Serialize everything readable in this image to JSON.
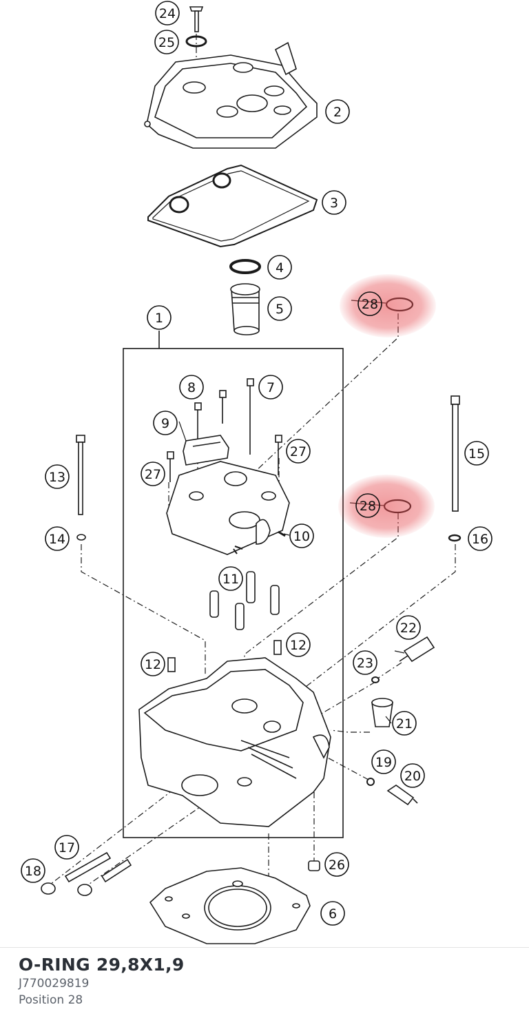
{
  "callouts": [
    {
      "n": "24",
      "hl": false
    },
    {
      "n": "25",
      "hl": false
    },
    {
      "n": "2",
      "hl": false
    },
    {
      "n": "3",
      "hl": false
    },
    {
      "n": "4",
      "hl": false
    },
    {
      "n": "5",
      "hl": false
    },
    {
      "n": "28",
      "hl": true
    },
    {
      "n": "1",
      "hl": false
    },
    {
      "n": "8",
      "hl": false
    },
    {
      "n": "7",
      "hl": false
    },
    {
      "n": "9",
      "hl": false
    },
    {
      "n": "27",
      "hl": false
    },
    {
      "n": "27",
      "hl": false
    },
    {
      "n": "13",
      "hl": false
    },
    {
      "n": "15",
      "hl": false
    },
    {
      "n": "28",
      "hl": true
    },
    {
      "n": "14",
      "hl": false
    },
    {
      "n": "10",
      "hl": false
    },
    {
      "n": "16",
      "hl": false
    },
    {
      "n": "11",
      "hl": false
    },
    {
      "n": "22",
      "hl": false
    },
    {
      "n": "12",
      "hl": false
    },
    {
      "n": "12",
      "hl": false
    },
    {
      "n": "23",
      "hl": false
    },
    {
      "n": "21",
      "hl": false
    },
    {
      "n": "19",
      "hl": false
    },
    {
      "n": "20",
      "hl": false
    },
    {
      "n": "17",
      "hl": false
    },
    {
      "n": "26",
      "hl": false
    },
    {
      "n": "18",
      "hl": false
    },
    {
      "n": "6",
      "hl": false
    }
  ],
  "part": {
    "name": "O-RING 29,8X1,9",
    "number": "J770029819",
    "position": "Position 28"
  },
  "colors": {
    "highlight": "#e5484d",
    "line": "#1a1a1a"
  }
}
